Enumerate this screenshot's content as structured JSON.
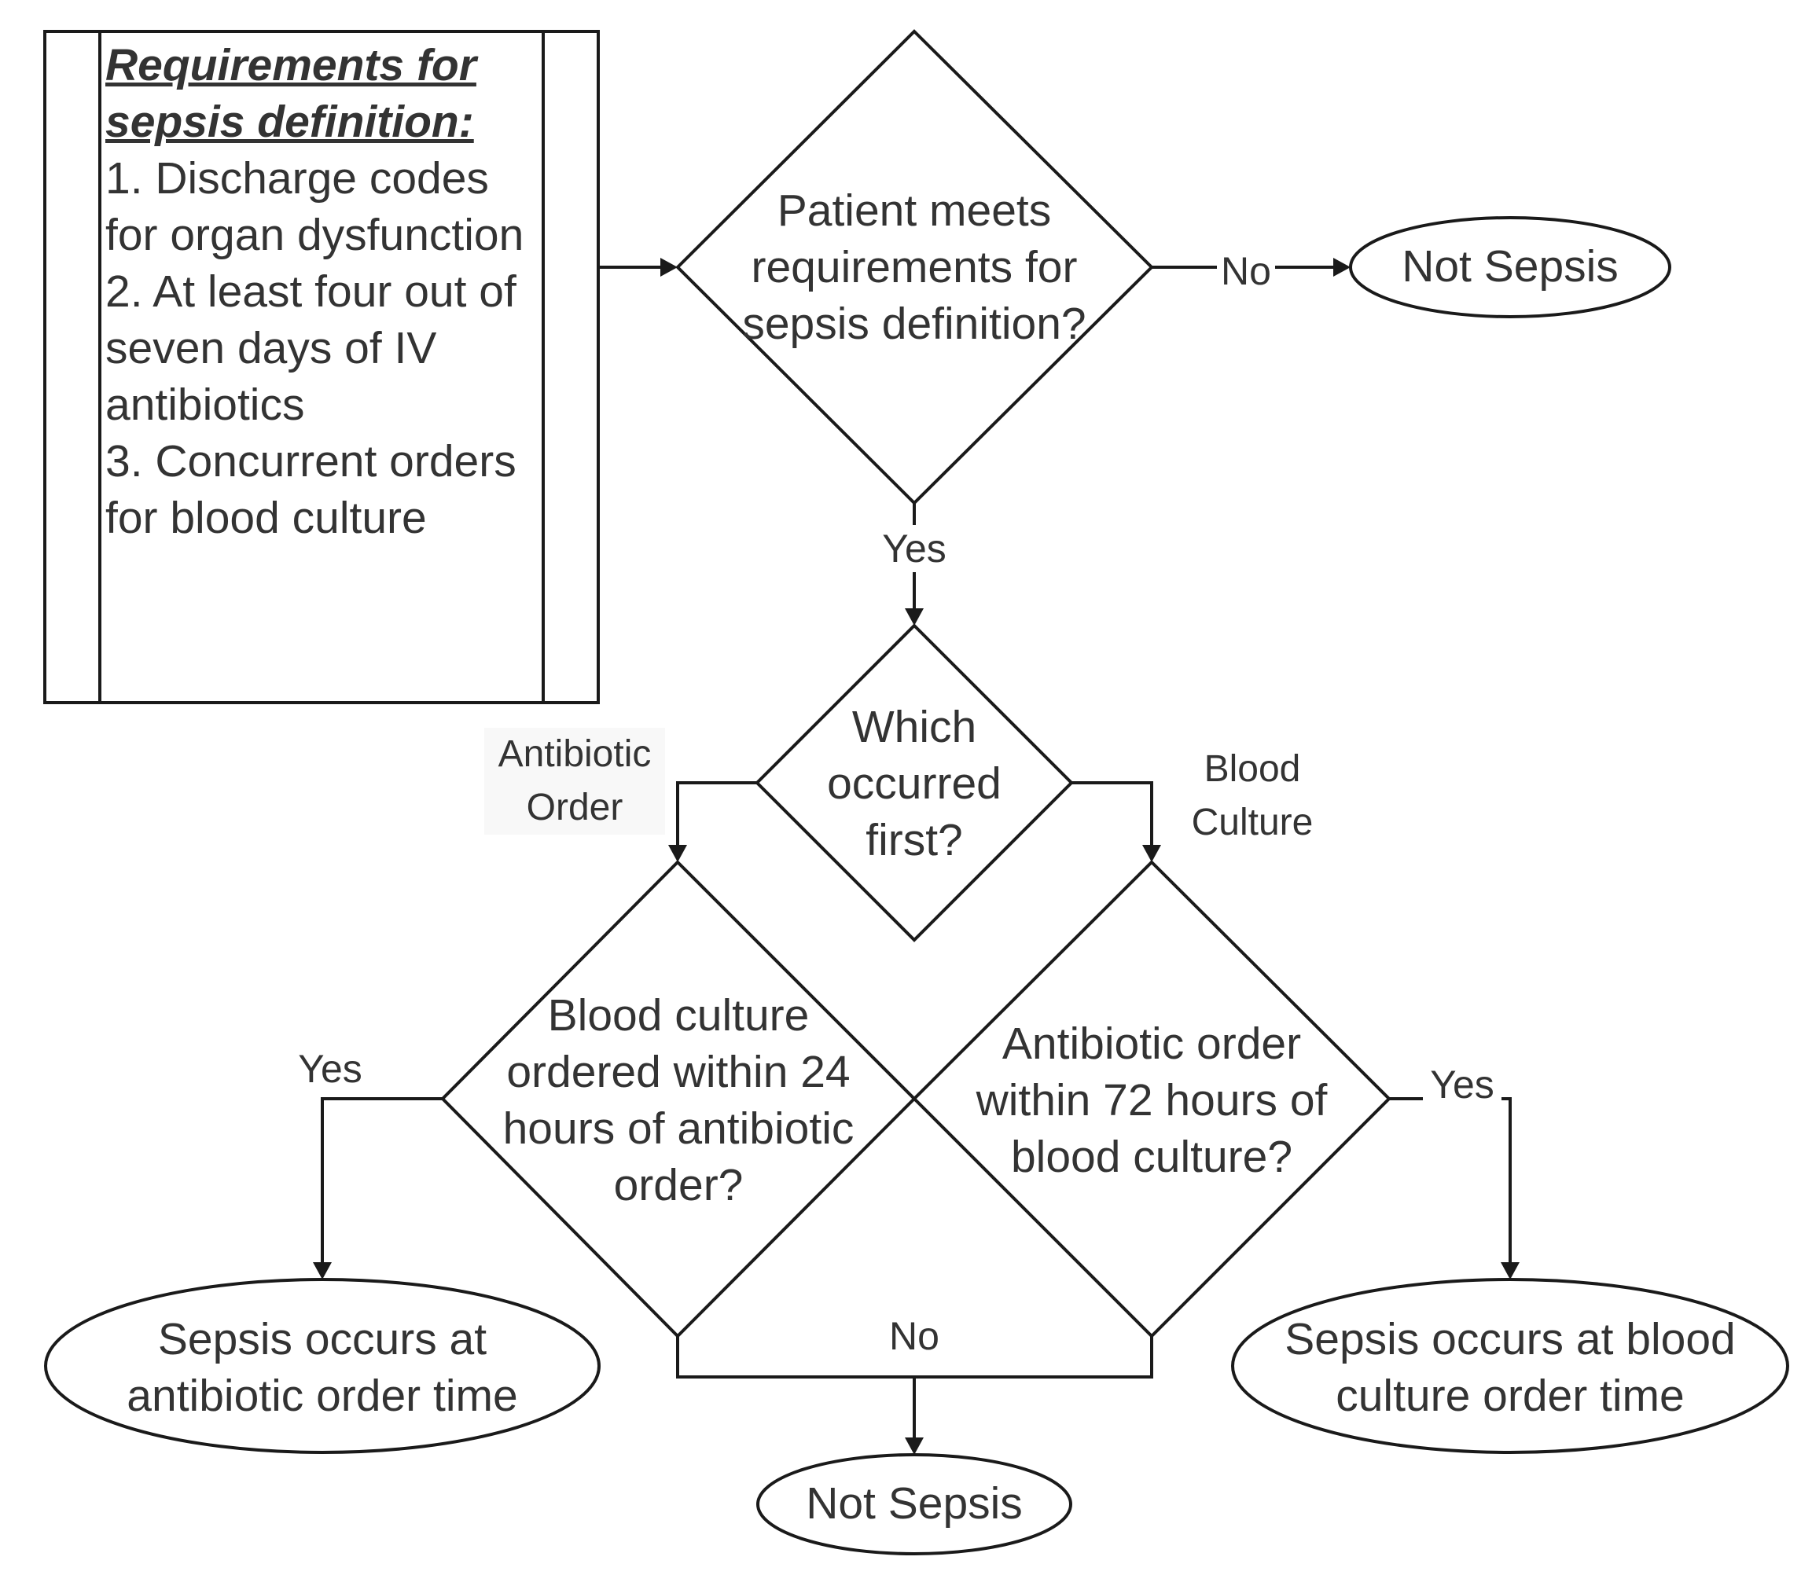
{
  "diagram": {
    "requirements": {
      "title": "Requirements for sepsis definition:",
      "items": [
        "1. Discharge codes for organ dysfunction",
        "2. At least four out of seven days of IV antibiotics",
        "3. Concurrent orders for blood culture"
      ]
    },
    "decision_meets": "Patient meets requirements for sepsis definition?",
    "edge_no_top": "No",
    "outcome_not_sepsis_top": "Not Sepsis",
    "edge_yes_top": "Yes",
    "decision_first": "Which occurred first?",
    "branch_antibiotic": "Antibiotic Order",
    "branch_blood": "Blood Culture",
    "decision_blood_within": "Blood culture ordered within 24 hours of antibiotic order?",
    "decision_antibiotic_within": "Antibiotic order within 72 hours of blood culture?",
    "edge_yes_left": "Yes",
    "edge_yes_right": "Yes",
    "edge_no_bottom": "No",
    "outcome_sepsis_antibiotic": "Sepsis occurs at antibiotic order time",
    "outcome_sepsis_blood": "Sepsis occurs at blood culture order time",
    "outcome_not_sepsis_bottom": "Not Sepsis"
  }
}
